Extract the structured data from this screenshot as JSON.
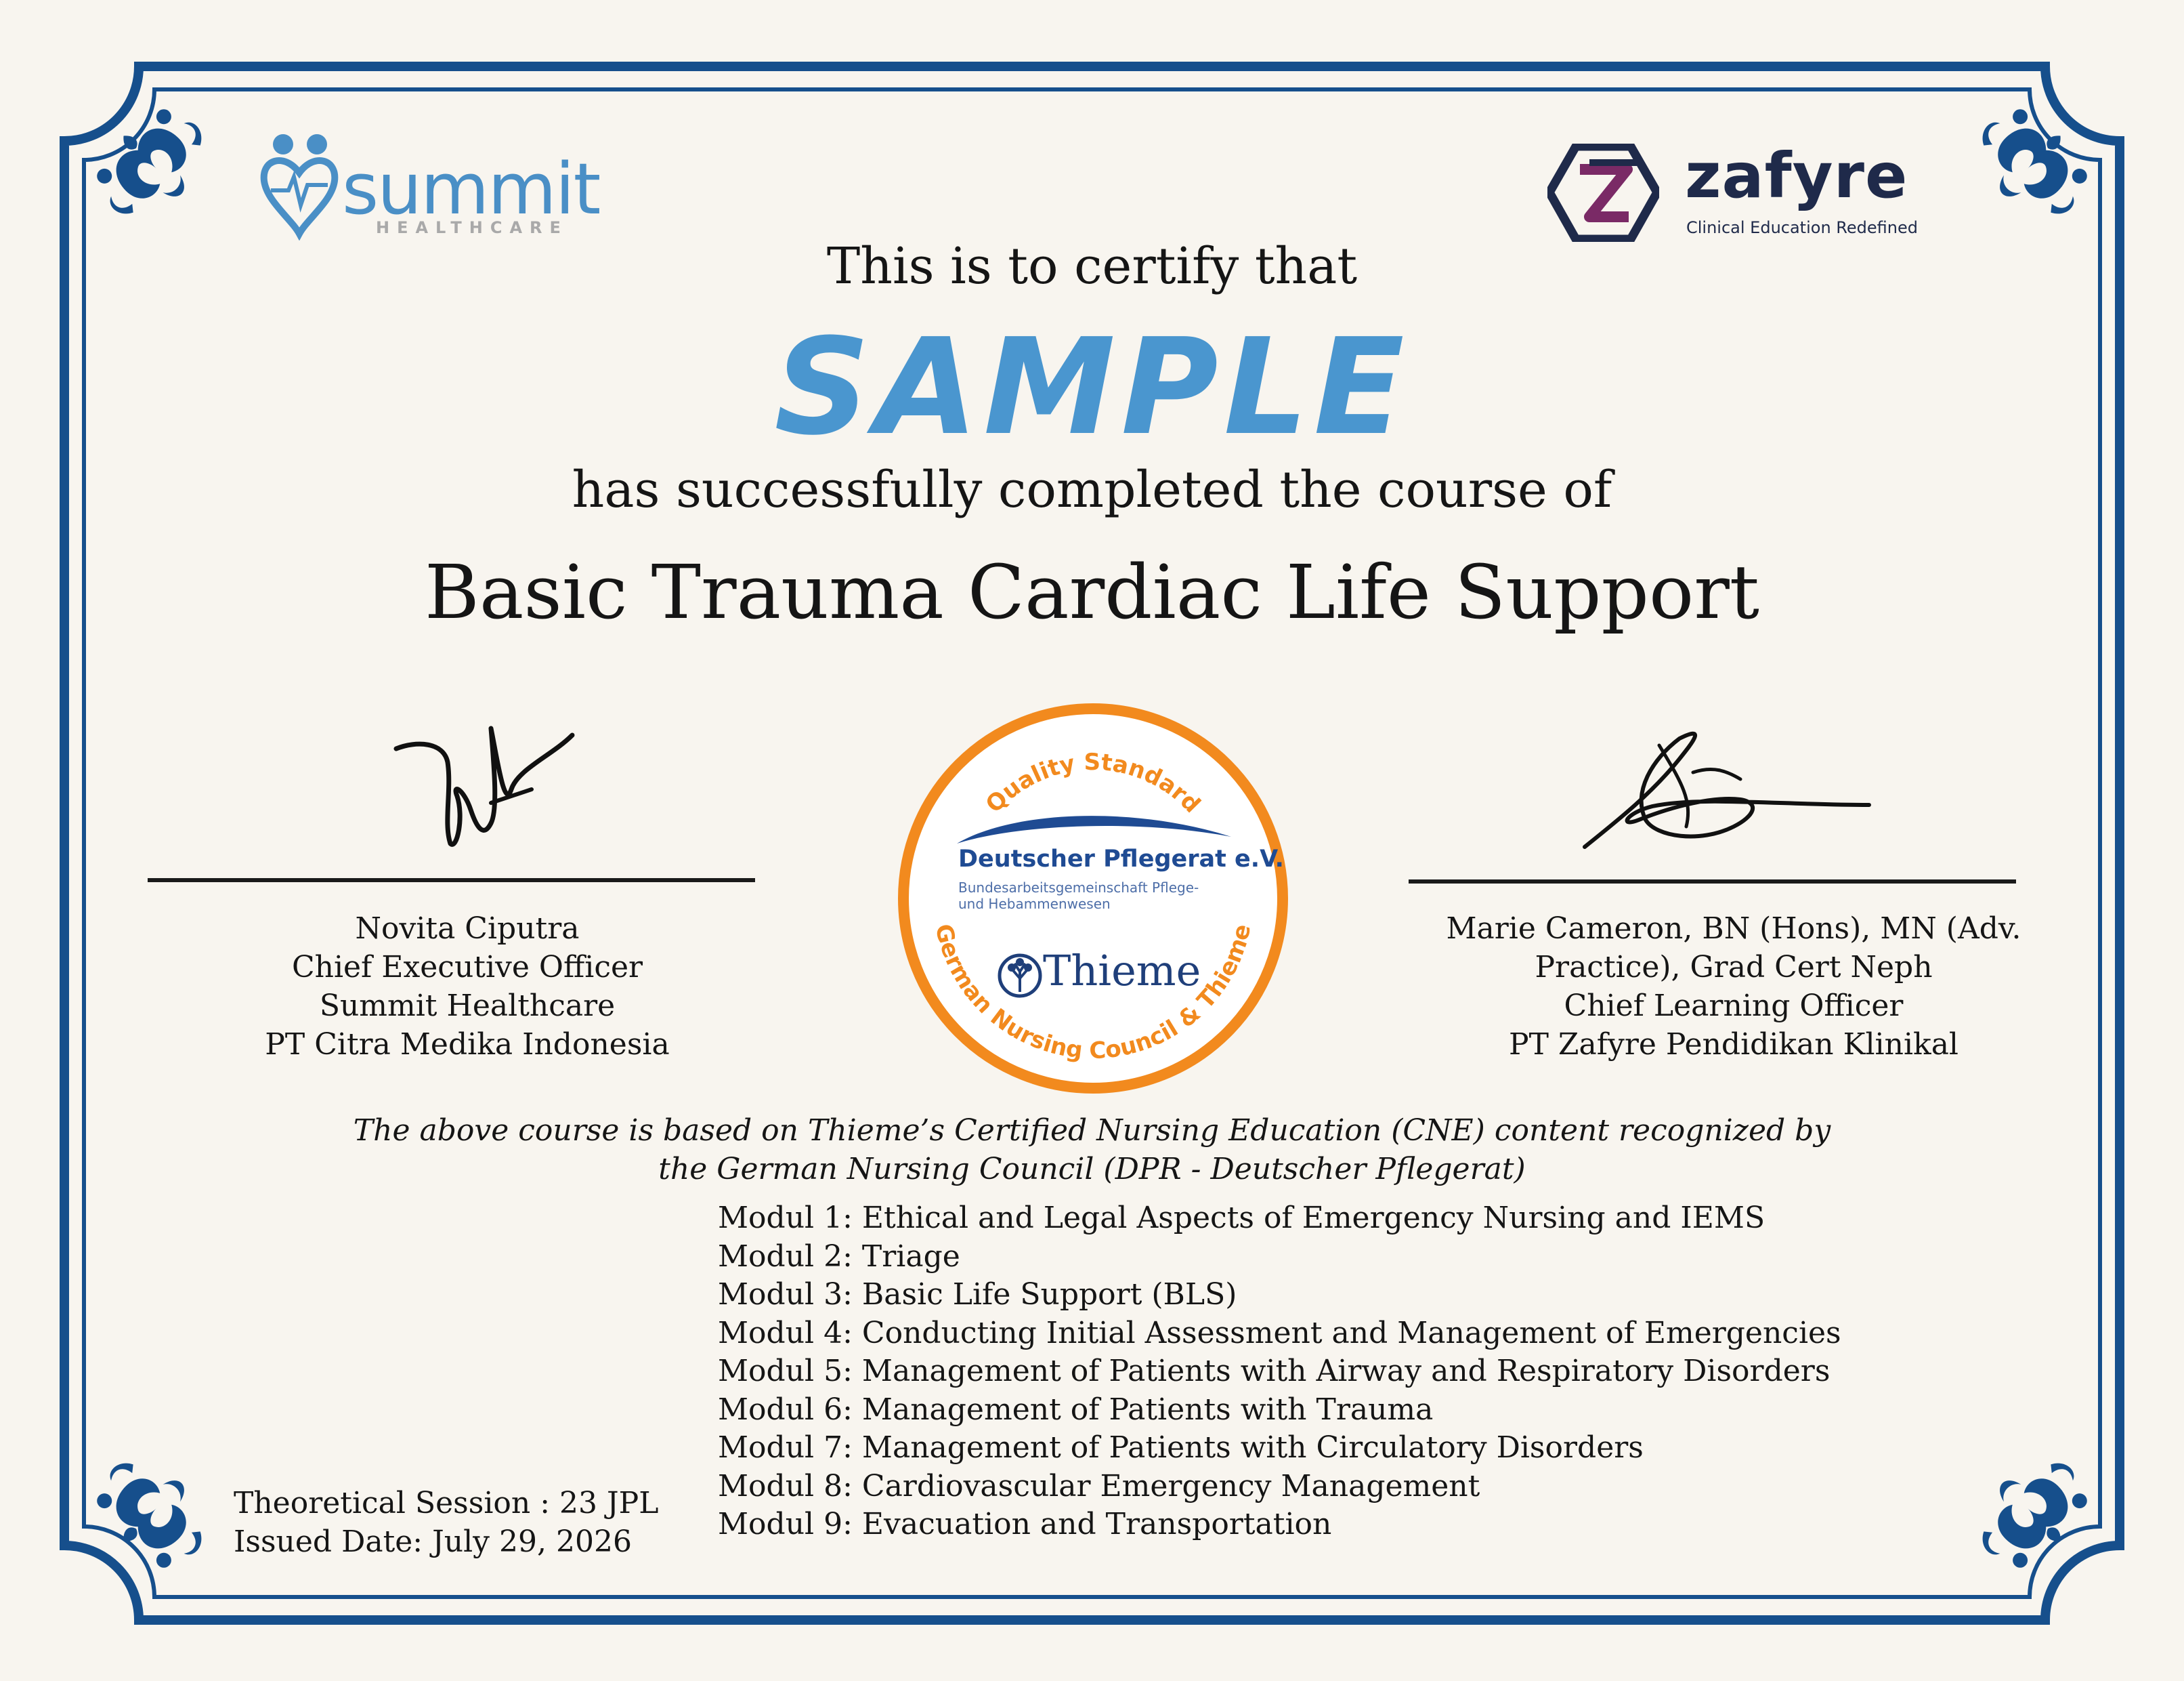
{
  "certificate": {
    "intro": "This is to certify that",
    "recipient": "SAMPLE",
    "completed": "has successfully completed the course of",
    "course_title": "Basic Trauma Cardiac Life Support"
  },
  "logos": {
    "summit": {
      "name": "summit",
      "tagline": "HEALTHCARE",
      "color": "#4a8fc6"
    },
    "zafyre": {
      "name": "zafyre",
      "tagline": "Clinical Education Redefined",
      "color": "#1f2a4a",
      "accent": "#7a2a66"
    }
  },
  "seal": {
    "top_arc": "Quality Standard",
    "bottom_arc": "German Nursing Council & Thieme",
    "dpr_name": "Deutscher Pflegerat e.V.",
    "dpr_sub_1": "Bundesarbeitsgemeinschaft Pflege-",
    "dpr_sub_2": "und Hebammenwesen",
    "thieme": "Thieme",
    "ring_color": "#f28a1e"
  },
  "signatories": {
    "left": {
      "name": "Novita Ciputra",
      "title": "Chief Executive Officer",
      "org": "Summit Healthcare",
      "company": "PT Citra Medika Indonesia"
    },
    "right": {
      "name_line_1": "Marie Cameron, BN (Hons), MN (Adv.",
      "name_line_2": "Practice), Grad Cert Neph",
      "title": "Chief Learning Officer",
      "company": "PT Zafyre Pendidikan Klinikal"
    }
  },
  "note": {
    "line_1": "The above course is based on Thieme’s Certified Nursing Education (CNE) content recognized by",
    "line_2": "the German Nursing Council (DPR - Deutscher Pflegerat)"
  },
  "modules": [
    "Modul 1: Ethical and Legal Aspects of Emergency Nursing and IEMS",
    "Modul 2: Triage",
    "Modul 3: Basic Life Support (BLS)",
    "Modul 4: Conducting Initial Assessment and Management of Emergencies",
    "Modul 5: Management of Patients with Airway and Respiratory Disorders",
    "Modul 6: Management of Patients with Trauma",
    "Modul 7: Management of Patients with Circulatory Disorders",
    "Modul 8: Cardiovascular Emergency Management",
    "Modul 9: Evacuation and Transportation"
  ],
  "session": {
    "theoretical": "Theoretical Session : 23 JPL",
    "issued": "Issued Date: July 29, 2026"
  },
  "colors": {
    "border": "#164f8c",
    "background": "#f8f5ef",
    "recipient": "#4a96cf"
  },
  "decorations": {
    "corner_icon": "ornament-scroll-icon"
  }
}
